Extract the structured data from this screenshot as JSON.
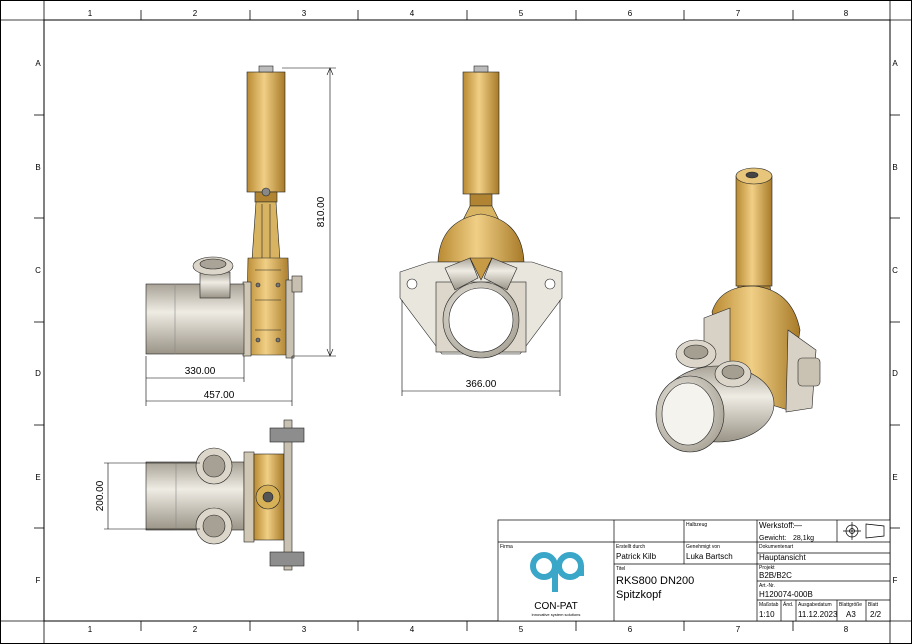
{
  "frame": {
    "columns": [
      "1",
      "2",
      "3",
      "4",
      "5",
      "6",
      "7",
      "8"
    ],
    "rows": [
      "A",
      "B",
      "C",
      "D",
      "E",
      "F"
    ]
  },
  "dimensions": {
    "height": "810.00",
    "len_a": "330.00",
    "len_b": "457.00",
    "width": "366.00",
    "spacing": "200.00"
  },
  "title_block": {
    "halbzeug_label": "Halbzeug",
    "werkstoff_label": "Werkstoff:",
    "werkstoff_value": "—",
    "gewicht_label": "Gewicht:",
    "gewicht_value": "28,1kg",
    "firma_label": "Firma",
    "erstellt_label": "Erstellt durch",
    "erstellt_value": "Patrick Kilb",
    "genehmigt_label": "Genehmigt von",
    "genehmigt_value": "Luka Bartsch",
    "dokumentenart_label": "Dokumentenart",
    "dokumentenart_value": "Hauptansicht",
    "titel_label": "Titel",
    "titel_line1": "RKS800 DN200",
    "titel_line2": "Spitzkopf",
    "projekt_label": "Projekt",
    "projekt_value": "B2B/B2C",
    "artnr_label": "Art.-Nr.",
    "artnr_value": "H120074-000B",
    "massstab_label": "Maßstab",
    "massstab_value": "1:10",
    "aend_label": "Änd.",
    "ausgabedatum_label": "Ausgabedatum",
    "ausgabedatum_value": "11.12.2023",
    "blattgroesse_label": "Blattgröße",
    "blattgroesse_value": "A3",
    "blatt_label": "Blatt",
    "blatt_value": "2/2",
    "logo_text": "CON-PAT",
    "logo_tagline": "innovative system solutions"
  },
  "colors": {
    "brass": "#d4a84a",
    "steel": "#c8c1b3",
    "logo": "#3aa6c8"
  }
}
